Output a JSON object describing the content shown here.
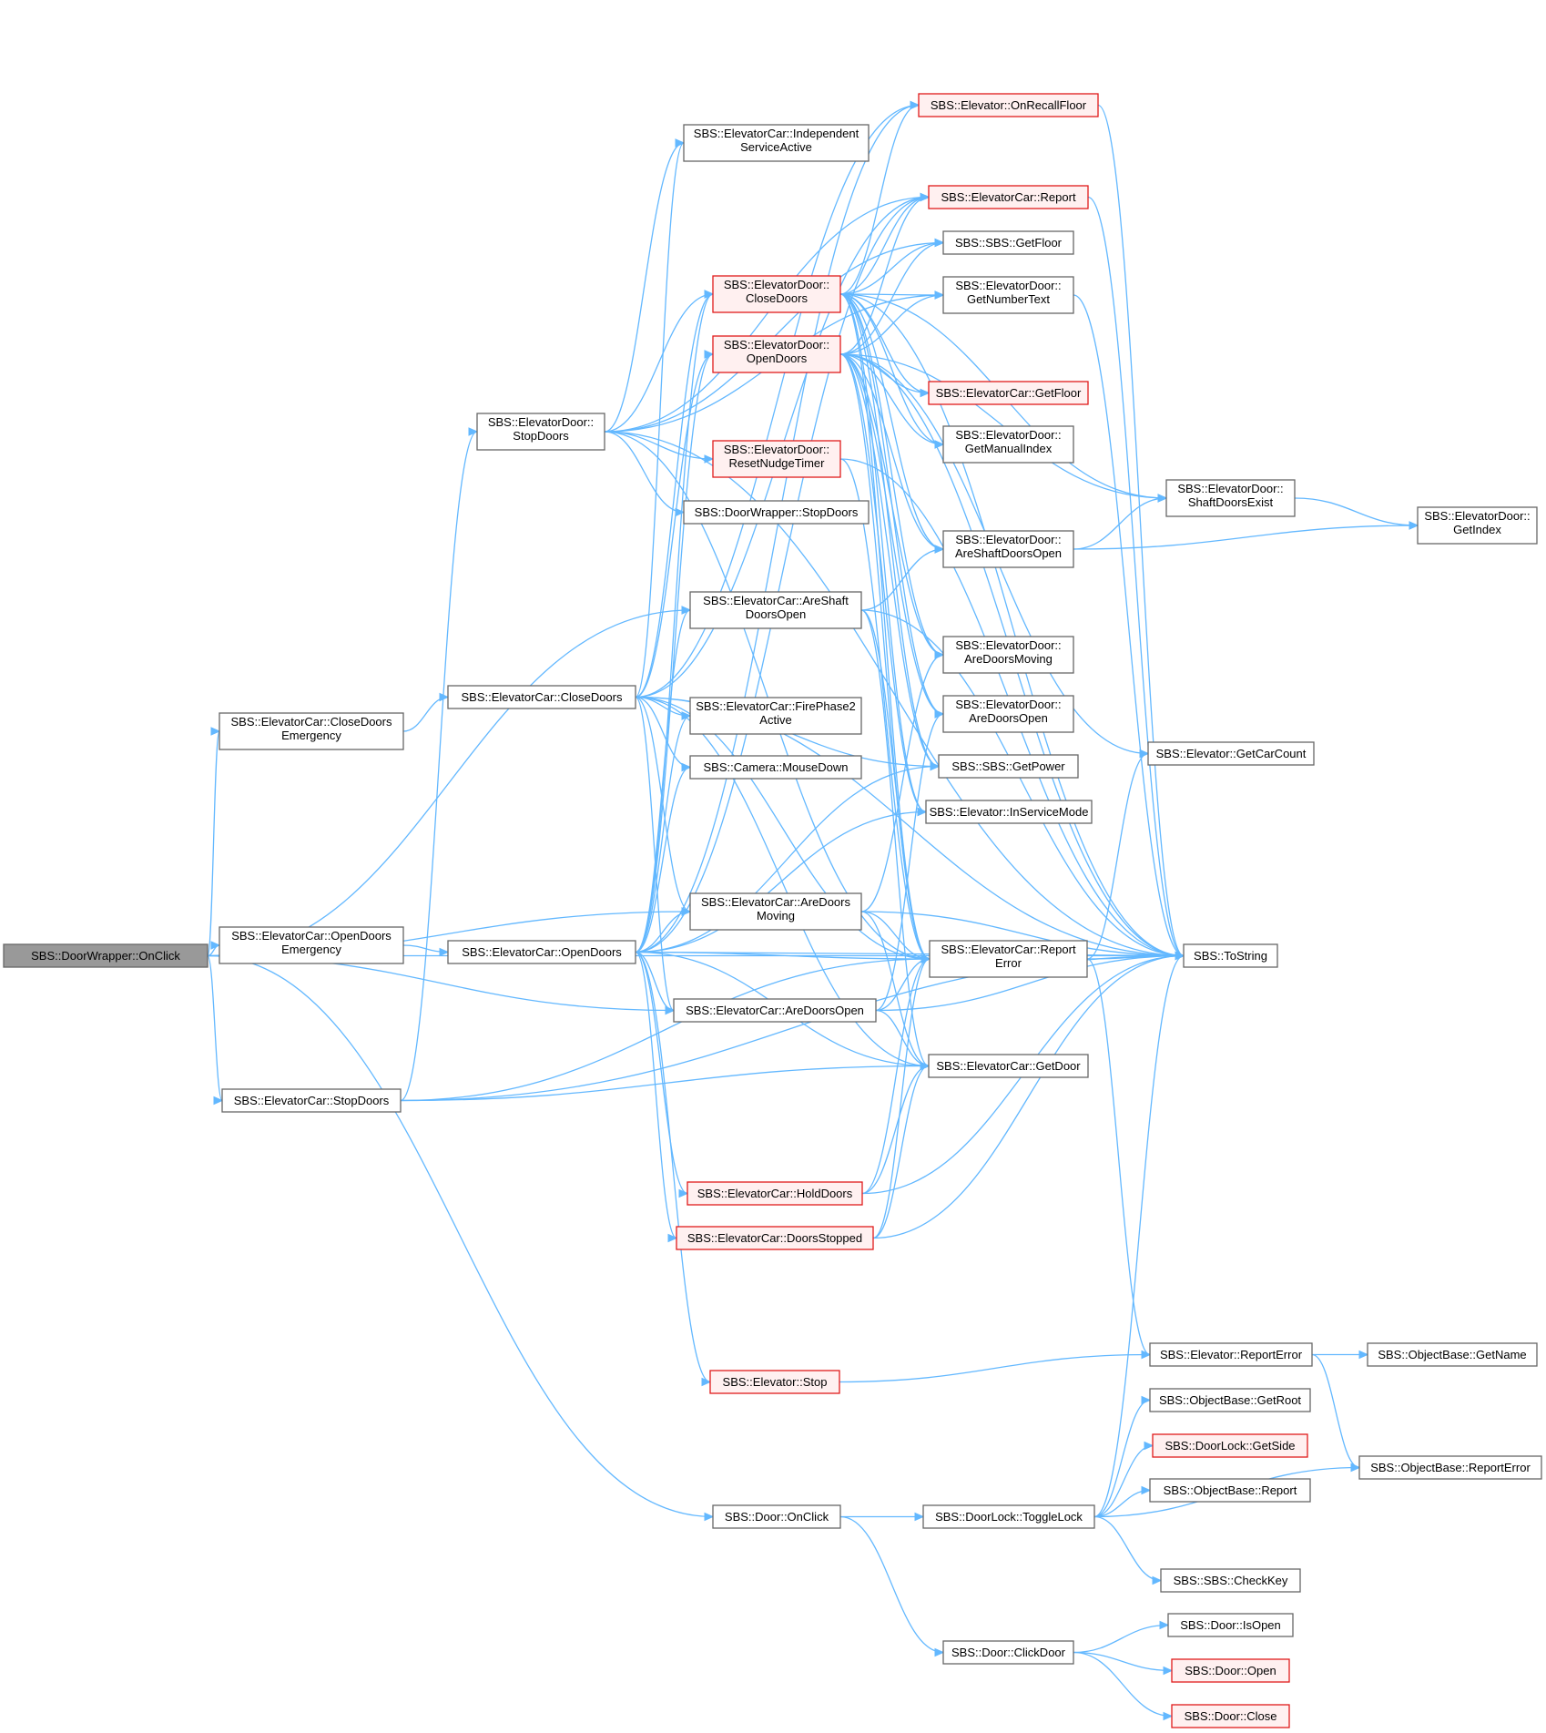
{
  "nodes": [
    {
      "id": "n0",
      "lines": [
        "SBS::DoorWrapper::OnClick"
      ],
      "style": "root"
    },
    {
      "id": "n1",
      "lines": [
        "SBS::ElevatorCar::CloseDoors",
        "Emergency"
      ],
      "style": "normal"
    },
    {
      "id": "n2",
      "lines": [
        "SBS::ElevatorCar::OpenDoors",
        "Emergency"
      ],
      "style": "normal"
    },
    {
      "id": "n3",
      "lines": [
        "SBS::ElevatorCar::StopDoors"
      ],
      "style": "normal"
    },
    {
      "id": "n4",
      "lines": [
        "SBS::ElevatorDoor::",
        "StopDoors"
      ],
      "style": "normal"
    },
    {
      "id": "n5",
      "lines": [
        "SBS::ElevatorCar::CloseDoors"
      ],
      "style": "normal"
    },
    {
      "id": "n6",
      "lines": [
        "SBS::ElevatorCar::OpenDoors"
      ],
      "style": "normal"
    },
    {
      "id": "n7",
      "lines": [
        "SBS::Door::OnClick"
      ],
      "style": "normal"
    },
    {
      "id": "n8",
      "lines": [
        "SBS::ElevatorCar::Independent",
        "ServiceActive"
      ],
      "style": "normal"
    },
    {
      "id": "n9",
      "lines": [
        "SBS::ElevatorDoor::",
        "CloseDoors"
      ],
      "style": "red"
    },
    {
      "id": "n10",
      "lines": [
        "SBS::ElevatorDoor::",
        "OpenDoors"
      ],
      "style": "red"
    },
    {
      "id": "n11",
      "lines": [
        "SBS::ElevatorDoor::",
        "ResetNudgeTimer"
      ],
      "style": "red"
    },
    {
      "id": "n12",
      "lines": [
        "SBS::DoorWrapper::StopDoors"
      ],
      "style": "normal"
    },
    {
      "id": "n13",
      "lines": [
        "SBS::ElevatorCar::AreShaft",
        "DoorsOpen"
      ],
      "style": "normal"
    },
    {
      "id": "n14",
      "lines": [
        "SBS::ElevatorCar::FirePhase2",
        "Active"
      ],
      "style": "normal"
    },
    {
      "id": "n15",
      "lines": [
        "SBS::Camera::MouseDown"
      ],
      "style": "normal"
    },
    {
      "id": "n16",
      "lines": [
        "SBS::ElevatorCar::AreDoors",
        "Moving"
      ],
      "style": "normal"
    },
    {
      "id": "n17",
      "lines": [
        "SBS::ElevatorCar::AreDoorsOpen"
      ],
      "style": "normal"
    },
    {
      "id": "n18",
      "lines": [
        "SBS::ElevatorCar::HoldDoors"
      ],
      "style": "red"
    },
    {
      "id": "n19",
      "lines": [
        "SBS::ElevatorCar::DoorsStopped"
      ],
      "style": "red"
    },
    {
      "id": "n20",
      "lines": [
        "SBS::Elevator::Stop"
      ],
      "style": "red"
    },
    {
      "id": "n21",
      "lines": [
        "SBS::Elevator::OnRecallFloor"
      ],
      "style": "red"
    },
    {
      "id": "n22",
      "lines": [
        "SBS::ElevatorCar::Report"
      ],
      "style": "red"
    },
    {
      "id": "n23",
      "lines": [
        "SBS::SBS::GetFloor"
      ],
      "style": "normal"
    },
    {
      "id": "n24",
      "lines": [
        "SBS::ElevatorDoor::",
        "GetNumberText"
      ],
      "style": "normal"
    },
    {
      "id": "n25",
      "lines": [
        "SBS::ElevatorCar::GetFloor"
      ],
      "style": "red"
    },
    {
      "id": "n26",
      "lines": [
        "SBS::ElevatorDoor::",
        "GetManualIndex"
      ],
      "style": "normal"
    },
    {
      "id": "n27",
      "lines": [
        "SBS::ElevatorDoor::",
        "AreShaftDoorsOpen"
      ],
      "style": "normal"
    },
    {
      "id": "n28",
      "lines": [
        "SBS::ElevatorDoor::",
        "AreDoorsMoving"
      ],
      "style": "normal"
    },
    {
      "id": "n29",
      "lines": [
        "SBS::ElevatorDoor::",
        "AreDoorsOpen"
      ],
      "style": "normal"
    },
    {
      "id": "n30",
      "lines": [
        "SBS::SBS::GetPower"
      ],
      "style": "normal"
    },
    {
      "id": "n31",
      "lines": [
        "SBS::Elevator::InServiceMode"
      ],
      "style": "normal"
    },
    {
      "id": "n32",
      "lines": [
        "SBS::ElevatorCar::Report",
        "Error"
      ],
      "style": "normal"
    },
    {
      "id": "n33",
      "lines": [
        "SBS::ElevatorCar::GetDoor"
      ],
      "style": "normal"
    },
    {
      "id": "n34",
      "lines": [
        "SBS::DoorLock::ToggleLock"
      ],
      "style": "normal"
    },
    {
      "id": "n35",
      "lines": [
        "SBS::Door::ClickDoor"
      ],
      "style": "normal"
    },
    {
      "id": "n36",
      "lines": [
        "SBS::ElevatorDoor::",
        "ShaftDoorsExist"
      ],
      "style": "normal"
    },
    {
      "id": "n37",
      "lines": [
        "SBS::Elevator::GetCarCount"
      ],
      "style": "normal"
    },
    {
      "id": "n38",
      "lines": [
        "SBS::ToString"
      ],
      "style": "normal"
    },
    {
      "id": "n39",
      "lines": [
        "SBS::Elevator::ReportError"
      ],
      "style": "normal"
    },
    {
      "id": "n40",
      "lines": [
        "SBS::ObjectBase::GetRoot"
      ],
      "style": "normal"
    },
    {
      "id": "n41",
      "lines": [
        "SBS::DoorLock::GetSide"
      ],
      "style": "red"
    },
    {
      "id": "n42",
      "lines": [
        "SBS::ObjectBase::Report"
      ],
      "style": "normal"
    },
    {
      "id": "n43",
      "lines": [
        "SBS::SBS::CheckKey"
      ],
      "style": "normal"
    },
    {
      "id": "n44",
      "lines": [
        "SBS::Door::IsOpen"
      ],
      "style": "normal"
    },
    {
      "id": "n45",
      "lines": [
        "SBS::Door::Open"
      ],
      "style": "red"
    },
    {
      "id": "n46",
      "lines": [
        "SBS::Door::Close"
      ],
      "style": "red"
    },
    {
      "id": "n47",
      "lines": [
        "SBS::ElevatorDoor::",
        "GetIndex"
      ],
      "style": "normal"
    },
    {
      "id": "n48",
      "lines": [
        "SBS::ObjectBase::GetName"
      ],
      "style": "normal"
    },
    {
      "id": "n49",
      "lines": [
        "SBS::ObjectBase::ReportError"
      ],
      "style": "normal"
    }
  ],
  "edges": [
    [
      "n0",
      "n1"
    ],
    [
      "n0",
      "n2"
    ],
    [
      "n0",
      "n3"
    ],
    [
      "n0",
      "n13"
    ],
    [
      "n0",
      "n16"
    ],
    [
      "n0",
      "n17"
    ],
    [
      "n0",
      "n7"
    ],
    [
      "n0",
      "n38"
    ],
    [
      "n1",
      "n5"
    ],
    [
      "n2",
      "n6"
    ],
    [
      "n3",
      "n4"
    ],
    [
      "n3",
      "n32"
    ],
    [
      "n3",
      "n33"
    ],
    [
      "n3",
      "n38"
    ],
    [
      "n4",
      "n8"
    ],
    [
      "n4",
      "n9"
    ],
    [
      "n4",
      "n11"
    ],
    [
      "n4",
      "n12"
    ],
    [
      "n4",
      "n22"
    ],
    [
      "n4",
      "n23"
    ],
    [
      "n4",
      "n24"
    ],
    [
      "n4",
      "n32"
    ],
    [
      "n4",
      "n38"
    ],
    [
      "n5",
      "n9"
    ],
    [
      "n5",
      "n10"
    ],
    [
      "n5",
      "n14"
    ],
    [
      "n5",
      "n15"
    ],
    [
      "n5",
      "n16"
    ],
    [
      "n5",
      "n17"
    ],
    [
      "n5",
      "n8"
    ],
    [
      "n5",
      "n21"
    ],
    [
      "n5",
      "n30"
    ],
    [
      "n5",
      "n33"
    ],
    [
      "n5",
      "n38"
    ],
    [
      "n5",
      "n32"
    ],
    [
      "n5",
      "n22"
    ],
    [
      "n6",
      "n9"
    ],
    [
      "n6",
      "n10"
    ],
    [
      "n6",
      "n13"
    ],
    [
      "n6",
      "n14"
    ],
    [
      "n6",
      "n15"
    ],
    [
      "n6",
      "n16"
    ],
    [
      "n6",
      "n17"
    ],
    [
      "n6",
      "n18"
    ],
    [
      "n6",
      "n19"
    ],
    [
      "n6",
      "n20"
    ],
    [
      "n6",
      "n30"
    ],
    [
      "n6",
      "n31"
    ],
    [
      "n6",
      "n32"
    ],
    [
      "n6",
      "n33"
    ],
    [
      "n6",
      "n38"
    ],
    [
      "n6",
      "n21"
    ],
    [
      "n6",
      "n22"
    ],
    [
      "n7",
      "n34"
    ],
    [
      "n7",
      "n35"
    ],
    [
      "n9",
      "n21"
    ],
    [
      "n9",
      "n22"
    ],
    [
      "n9",
      "n23"
    ],
    [
      "n9",
      "n24"
    ],
    [
      "n9",
      "n25"
    ],
    [
      "n9",
      "n26"
    ],
    [
      "n9",
      "n27"
    ],
    [
      "n9",
      "n28"
    ],
    [
      "n9",
      "n29"
    ],
    [
      "n9",
      "n30"
    ],
    [
      "n9",
      "n31"
    ],
    [
      "n9",
      "n32"
    ],
    [
      "n9",
      "n36"
    ],
    [
      "n9",
      "n38"
    ],
    [
      "n10",
      "n22"
    ],
    [
      "n10",
      "n23"
    ],
    [
      "n10",
      "n24"
    ],
    [
      "n10",
      "n25"
    ],
    [
      "n10",
      "n26"
    ],
    [
      "n10",
      "n27"
    ],
    [
      "n10",
      "n28"
    ],
    [
      "n10",
      "n29"
    ],
    [
      "n10",
      "n30"
    ],
    [
      "n10",
      "n31"
    ],
    [
      "n10",
      "n32"
    ],
    [
      "n10",
      "n36"
    ],
    [
      "n10",
      "n38"
    ],
    [
      "n10",
      "n37"
    ],
    [
      "n11",
      "n32"
    ],
    [
      "n11",
      "n38"
    ],
    [
      "n13",
      "n27"
    ],
    [
      "n13",
      "n32"
    ],
    [
      "n13",
      "n33"
    ],
    [
      "n13",
      "n38"
    ],
    [
      "n16",
      "n28"
    ],
    [
      "n16",
      "n32"
    ],
    [
      "n16",
      "n33"
    ],
    [
      "n16",
      "n38"
    ],
    [
      "n17",
      "n29"
    ],
    [
      "n17",
      "n32"
    ],
    [
      "n17",
      "n33"
    ],
    [
      "n17",
      "n38"
    ],
    [
      "n18",
      "n32"
    ],
    [
      "n18",
      "n33"
    ],
    [
      "n18",
      "n38"
    ],
    [
      "n19",
      "n32"
    ],
    [
      "n19",
      "n33"
    ],
    [
      "n19",
      "n38"
    ],
    [
      "n20",
      "n39"
    ],
    [
      "n21",
      "n38"
    ],
    [
      "n22",
      "n38"
    ],
    [
      "n24",
      "n38"
    ],
    [
      "n27",
      "n36"
    ],
    [
      "n27",
      "n47"
    ],
    [
      "n36",
      "n47"
    ],
    [
      "n32",
      "n37"
    ],
    [
      "n32",
      "n38"
    ],
    [
      "n32",
      "n39"
    ],
    [
      "n34",
      "n38"
    ],
    [
      "n34",
      "n40"
    ],
    [
      "n34",
      "n41"
    ],
    [
      "n34",
      "n42"
    ],
    [
      "n34",
      "n43"
    ],
    [
      "n34",
      "n49"
    ],
    [
      "n35",
      "n44"
    ],
    [
      "n35",
      "n45"
    ],
    [
      "n35",
      "n46"
    ],
    [
      "n39",
      "n48"
    ],
    [
      "n39",
      "n49"
    ]
  ]
}
